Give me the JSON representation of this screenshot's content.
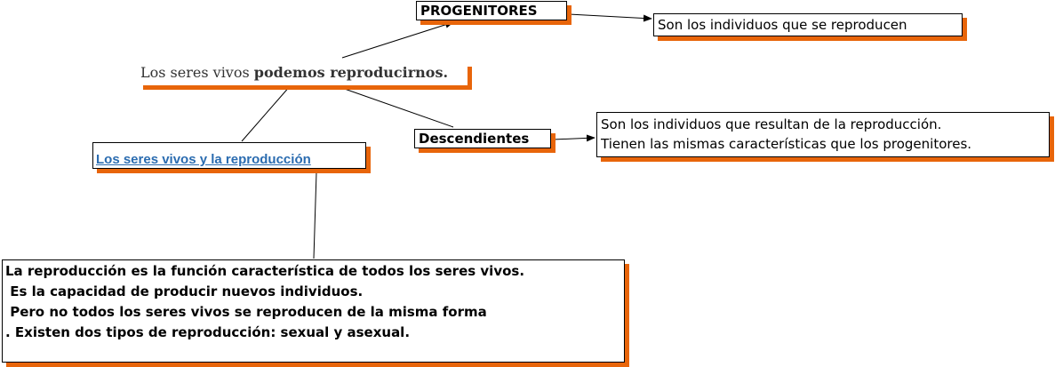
{
  "diagram": {
    "title": "",
    "nodes": {
      "statement": {
        "text_regular": "Los seres vivos ",
        "text_bold": "podemos reproducirnos."
      },
      "progenitores": {
        "label": "PROGENITORES"
      },
      "progenitores_definition": {
        "text": "Son los individuos que se reproducen"
      },
      "descendientes": {
        "label": "Descendientes"
      },
      "descendientes_definition": {
        "lines": [
          "Son los individuos que resultan de la reproducción.",
          "Tienen las mismas características que los progenitores."
        ]
      },
      "topic": {
        "label": "Los seres vivos y la reproducción"
      },
      "explanation": {
        "lines": [
          "La reproducción es la función característica de todos los seres vivos.",
          " Es la capacidad de producir nuevos individuos.",
          " Pero no todos los seres vivos se reproducen de la misma forma",
          ". Existen dos tipos de reproducción: sexual y asexual."
        ]
      }
    },
    "colors": {
      "shadow": "#e8650a",
      "topic_text": "#2b6cb0",
      "border": "#000000",
      "line": "#000000"
    }
  }
}
